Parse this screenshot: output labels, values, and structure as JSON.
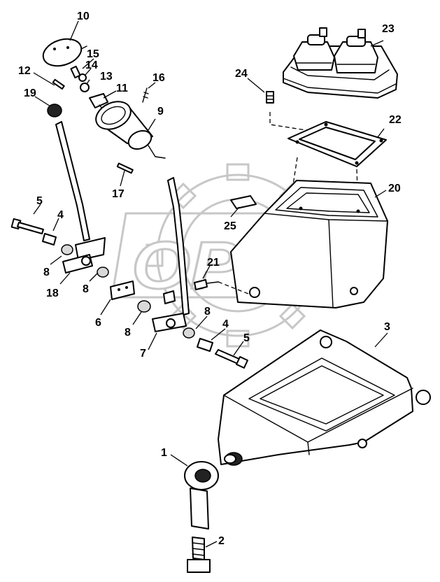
{
  "diagram": {
    "watermark_text": "OPEX",
    "callouts": [
      {
        "id": "1",
        "label": "1"
      },
      {
        "id": "2",
        "label": "2"
      },
      {
        "id": "3",
        "label": "3"
      },
      {
        "id": "4a",
        "label": "4"
      },
      {
        "id": "4b",
        "label": "4"
      },
      {
        "id": "5a",
        "label": "5"
      },
      {
        "id": "5b",
        "label": "5"
      },
      {
        "id": "6",
        "label": "6"
      },
      {
        "id": "7",
        "label": "7"
      },
      {
        "id": "8a",
        "label": "8"
      },
      {
        "id": "8b",
        "label": "8"
      },
      {
        "id": "8c",
        "label": "8"
      },
      {
        "id": "8d",
        "label": "8"
      },
      {
        "id": "9",
        "label": "9"
      },
      {
        "id": "10",
        "label": "10"
      },
      {
        "id": "11",
        "label": "11"
      },
      {
        "id": "12",
        "label": "12"
      },
      {
        "id": "13",
        "label": "13"
      },
      {
        "id": "14",
        "label": "14"
      },
      {
        "id": "15",
        "label": "15"
      },
      {
        "id": "16",
        "label": "16"
      },
      {
        "id": "17",
        "label": "17"
      },
      {
        "id": "18",
        "label": "18"
      },
      {
        "id": "19",
        "label": "19"
      },
      {
        "id": "20",
        "label": "20"
      },
      {
        "id": "21",
        "label": "21"
      },
      {
        "id": "22",
        "label": "22"
      },
      {
        "id": "23",
        "label": "23"
      },
      {
        "id": "24",
        "label": "24"
      },
      {
        "id": "25",
        "label": "25"
      }
    ]
  }
}
